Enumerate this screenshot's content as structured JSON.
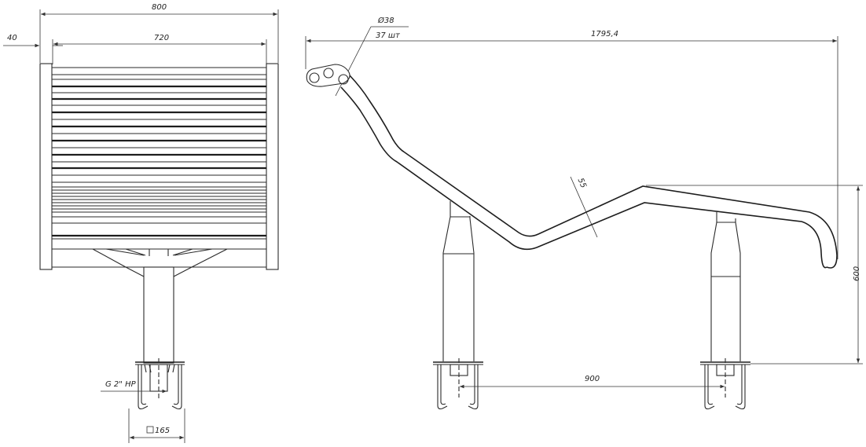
{
  "dimensions": {
    "overall_width": "800",
    "post_offset": "40",
    "seat_width": "720",
    "tube_diameter": "Ø38",
    "tube_count": "37 шт",
    "overall_length": "1795,4",
    "tube_offset": "55",
    "height": "600",
    "post_spacing": "900",
    "thread": "G 2\" НР",
    "post_section": "165"
  },
  "colors": {
    "line": "#2a2a2a",
    "background": "#ffffff"
  }
}
